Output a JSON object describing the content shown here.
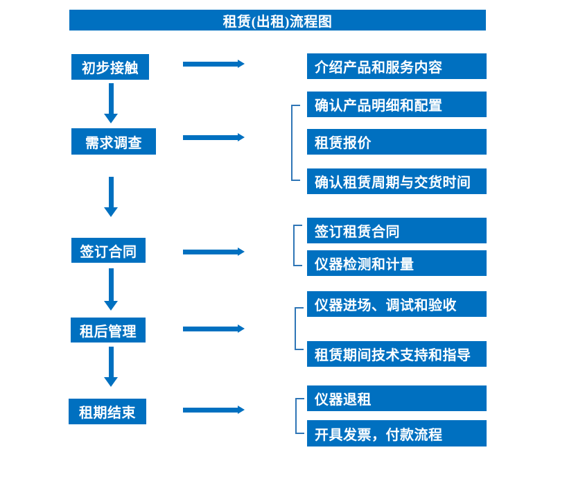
{
  "title": "租赁(出租)流程图",
  "colors": {
    "primary": "#0070C0",
    "bracket": "#2E75B6",
    "text": "#FFFFFF",
    "background": "#FFFFFF"
  },
  "flow": {
    "steps": [
      {
        "label": "初步接触",
        "details": [
          "介绍产品和服务内容"
        ]
      },
      {
        "label": "需求调查",
        "details": [
          "确认产品明细和配置",
          "租赁报价",
          "确认租赁周期与交货时间"
        ]
      },
      {
        "label": "签订合同",
        "details": [
          "签订租赁合同",
          "仪器检测和计量"
        ]
      },
      {
        "label": "租后管理",
        "details": [
          "仪器进场、调试和验收",
          "租赁期间技术支持和指导"
        ]
      },
      {
        "label": "租期结束",
        "details": [
          "仪器退租",
          "开具发票，付款流程"
        ]
      }
    ]
  }
}
